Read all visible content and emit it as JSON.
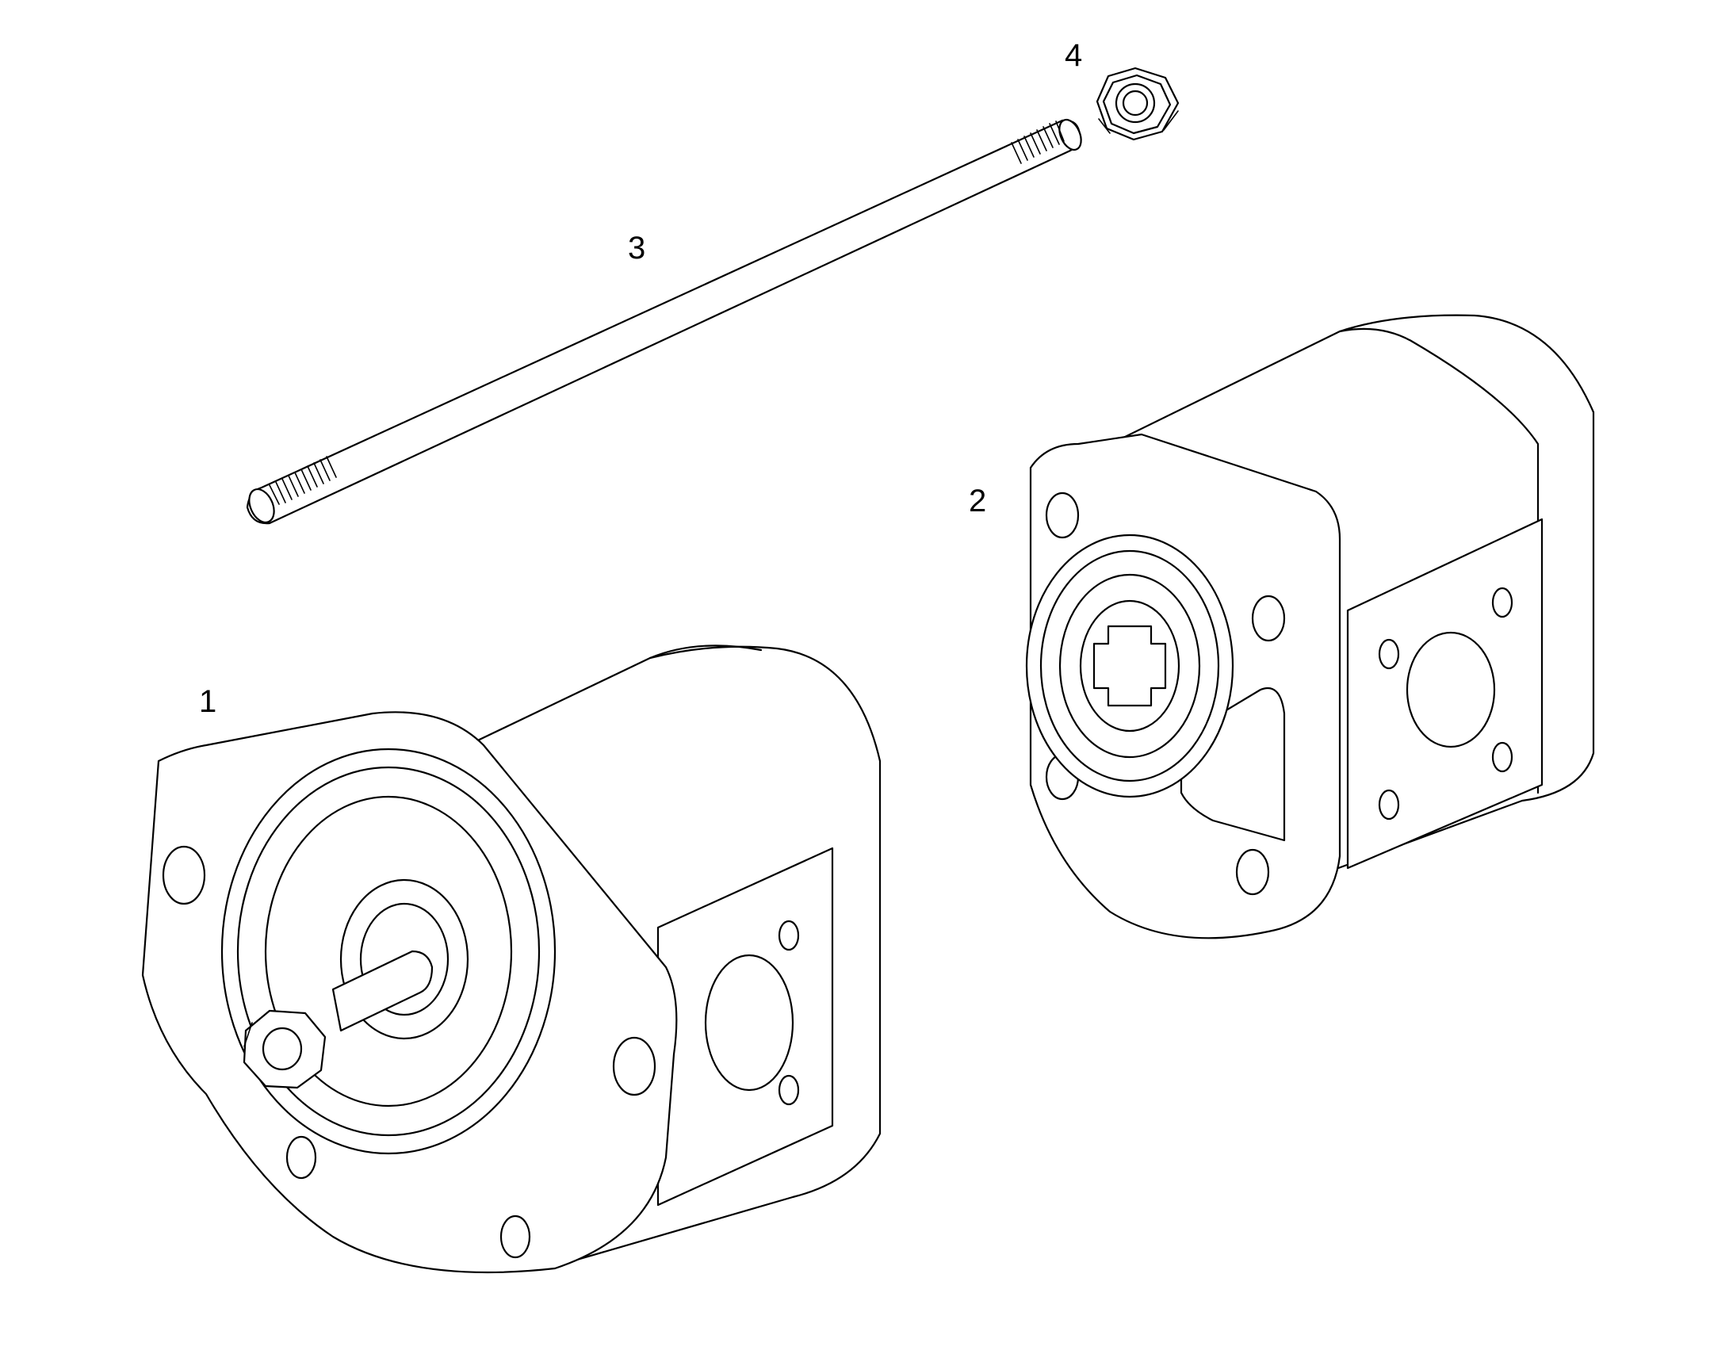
{
  "diagram": {
    "callouts": [
      {
        "id": "1",
        "label": "1"
      },
      {
        "id": "2",
        "label": "2"
      },
      {
        "id": "3",
        "label": "3"
      },
      {
        "id": "4",
        "label": "4"
      }
    ],
    "parts": [
      {
        "callout": "1",
        "icon": "gear-pump-with-tapered-shaft-icon"
      },
      {
        "callout": "2",
        "icon": "gear-pump-with-splined-coupling-icon"
      },
      {
        "callout": "3",
        "icon": "threaded-stud-icon"
      },
      {
        "callout": "4",
        "icon": "hex-nut-icon"
      }
    ],
    "line_color": "#000000",
    "background_color": "#ffffff"
  }
}
